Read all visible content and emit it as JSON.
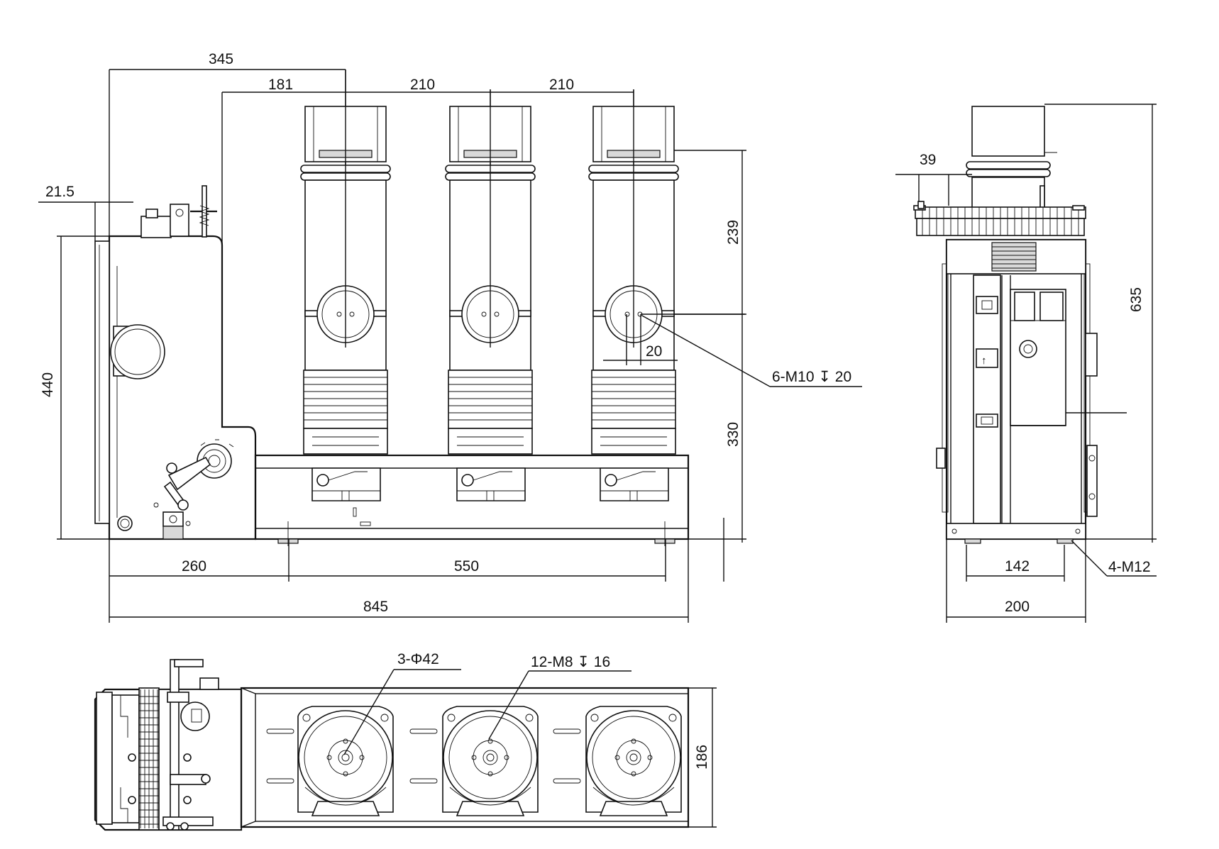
{
  "dimensions": {
    "front_345": "345",
    "front_181": "181",
    "front_210_a": "210",
    "front_210_b": "210",
    "front_21_5": "21.5",
    "front_440": "440",
    "front_239": "239",
    "front_330": "330",
    "front_20": "20",
    "front_260": "260",
    "front_550": "550",
    "front_845": "845",
    "side_39": "39",
    "side_635": "635",
    "side_142": "142",
    "side_200": "200",
    "top_186": "186"
  },
  "callouts": {
    "thread_m10": "6-M10 ↧ 20",
    "thread_m12": "4-M12",
    "bore_phi42": "3-Φ42",
    "thread_m8": "12-M8  ↧ 16"
  },
  "icons": {
    "arrow_up": "↑"
  }
}
